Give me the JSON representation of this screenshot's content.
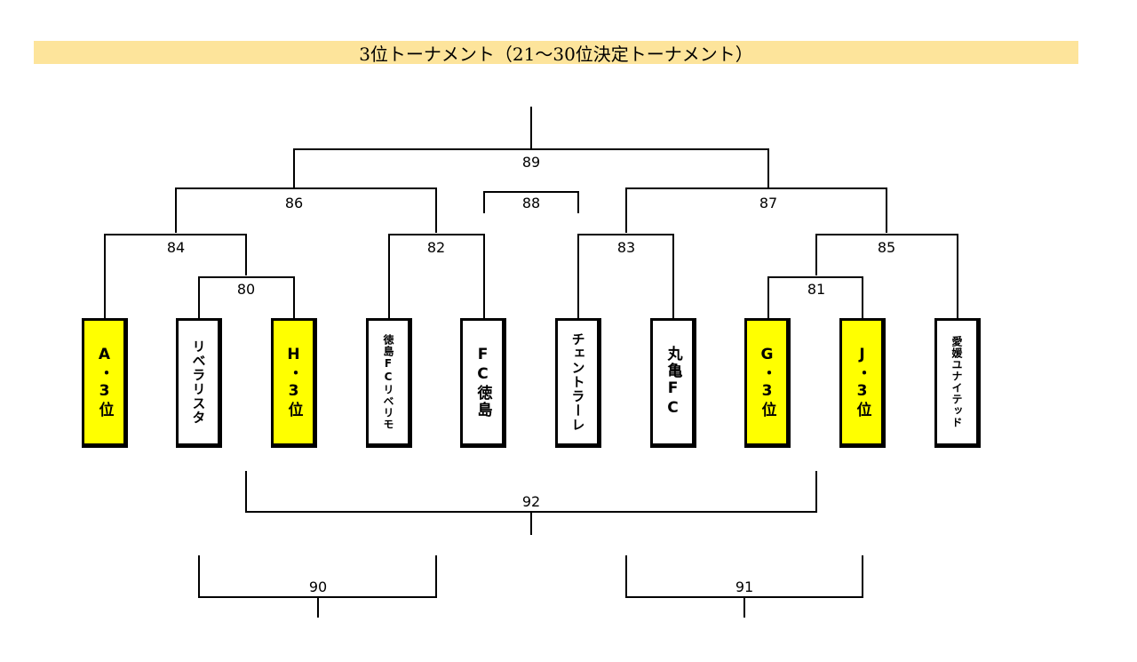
{
  "title": "3位トーナメント（21〜30位決定トーナメント）",
  "colors": {
    "title_bg": "#fde49b",
    "seed_bg": "#ffff00",
    "team_bg": "#ffffff"
  },
  "teams": [
    {
      "name": "A・3位",
      "seed": true
    },
    {
      "name": "リベラリスタ",
      "seed": false
    },
    {
      "name": "H・3位",
      "seed": true
    },
    {
      "name": "徳島FCリベリモ",
      "seed": false
    },
    {
      "name": "FC徳島",
      "seed": false
    },
    {
      "name": "チェントラーレ",
      "seed": false
    },
    {
      "name": "丸亀FC",
      "seed": false
    },
    {
      "name": "G・3位",
      "seed": true
    },
    {
      "name": "J・3位",
      "seed": true
    },
    {
      "name": "愛媛ユナイテッド",
      "seed": false
    }
  ],
  "matches": {
    "m80": "80",
    "m81": "81",
    "m82": "82",
    "m83": "83",
    "m84": "84",
    "m85": "85",
    "m86": "86",
    "m87": "87",
    "m88": "88",
    "m89": "89",
    "m90": "90",
    "m91": "91",
    "m92": "92"
  }
}
